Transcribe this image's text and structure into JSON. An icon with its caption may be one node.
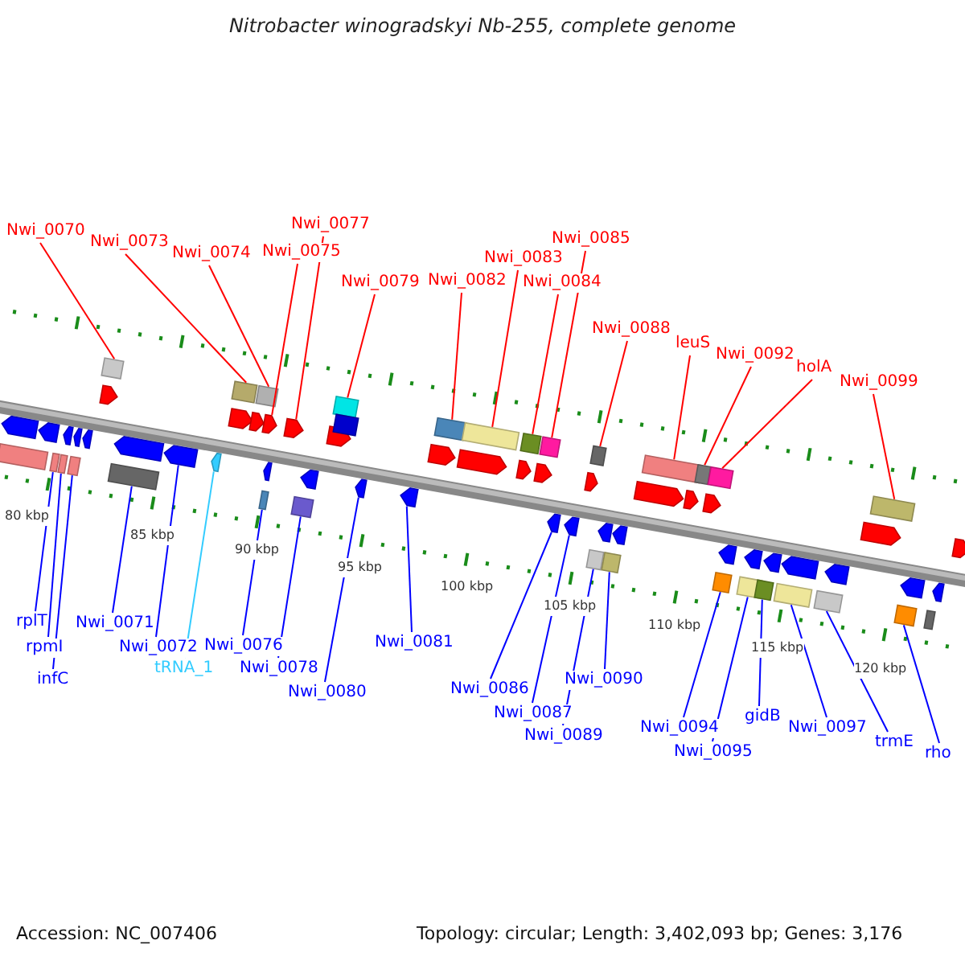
{
  "diagram": {
    "title": "Nitrobacter winogradskyi Nb-255, complete genome",
    "nodes": [
      {
        "text": [
          "Nwi_0070"
        ]
      },
      {
        "text": [],
        "shape": "box"
      },
      {
        "text": [
          "Nwi_0073"
        ]
      },
      {
        "text": [],
        "shape": "box"
      },
      {
        "text": [
          "Nwi_0074"
        ]
      },
      {
        "text": [],
        "shape": "box"
      },
      {
        "text": [
          "Nwi_0075"
        ]
      },
      {
        "text": [],
        "shape": "pentagon"
      },
      {
        "text": [
          "Nwi_0077"
        ]
      },
      {
        "text": [],
        "shape": "pentagon"
      },
      {
        "text": [
          "Nwi_0079"
        ]
      },
      {
        "text": [],
        "shape": "box"
      },
      {
        "text": [
          "Nwi_0082"
        ]
      },
      {
        "text": [],
        "shape": "box"
      },
      {
        "text": [
          "Nwi_0083"
        ]
      },
      {
        "text": [],
        "shape": "box"
      },
      {
        "text": [
          "Nwi_0084"
        ]
      },
      {
        "text": [],
        "shape": "box"
      },
      {
        "text": [
          "Nwi_0085"
        ]
      },
      {
        "text": [],
        "shape": "box"
      },
      {
        "text": [
          "Nwi_0088"
        ]
      },
      {
        "text": [],
        "shape": "box"
      },
      {
        "text": [
          "leuS"
        ]
      },
      {
        "text": [],
        "shape": "box"
      },
      {
        "text": [
          "Nwi_0092"
        ]
      },
      {
        "text": [],
        "shape": "box"
      },
      {
        "text": [
          "holA"
        ]
      },
      {
        "text": [],
        "shape": "box"
      },
      {
        "text": [
          "Nwi_0099"
        ]
      },
      {
        "text": [],
        "shape": "box"
      },
      {
        "text": [
          "rplT"
        ]
      },
      {
        "text": [],
        "shape": "box"
      },
      {
        "text": [
          "rpmI"
        ]
      },
      {
        "text": [],
        "shape": "box"
      },
      {
        "text": [
          "infC"
        ]
      },
      {
        "text": [],
        "shape": "box"
      },
      {
        "text": [
          "Nwi_0071"
        ]
      },
      {
        "text": [],
        "shape": "box"
      },
      {
        "text": [
          "Nwi_0072"
        ]
      },
      {
        "text": [],
        "shape": "pentagon"
      },
      {
        "text": [
          "tRNA_1"
        ]
      },
      {
        "text": [],
        "shape": "pentagon"
      },
      {
        "text": [
          "Nwi_0076"
        ]
      },
      {
        "text": [],
        "shape": "box"
      },
      {
        "text": [
          "Nwi_0078"
        ]
      },
      {
        "text": [],
        "shape": "box"
      },
      {
        "text": [
          "Nwi_0080"
        ]
      },
      {
        "text": [],
        "shape": "pentagon"
      },
      {
        "text": [
          "Nwi_0081"
        ]
      },
      {
        "text": [],
        "shape": "pentagon"
      },
      {
        "text": [
          "Nwi_0086"
        ]
      },
      {
        "text": [],
        "shape": "pentagon"
      },
      {
        "text": [
          "Nwi_0087"
        ]
      },
      {
        "text": [],
        "shape": "pentagon"
      },
      {
        "text": [
          "Nwi_0089"
        ]
      },
      {
        "text": [],
        "shape": "box"
      },
      {
        "text": [
          "Nwi_0090"
        ]
      },
      {
        "text": [],
        "shape": "box"
      },
      {
        "text": [
          "Nwi_0094"
        ]
      },
      {
        "text": [],
        "shape": "box"
      },
      {
        "text": [
          "Nwi_0095"
        ]
      },
      {
        "text": [],
        "shape": "box"
      },
      {
        "text": [
          "gidB"
        ]
      },
      {
        "text": [],
        "shape": "box"
      },
      {
        "text": [
          "Nwi_0097"
        ]
      },
      {
        "text": [],
        "shape": "box"
      },
      {
        "text": [
          "trmE"
        ]
      },
      {
        "text": [],
        "shape": "box"
      },
      {
        "text": [
          "rho"
        ]
      },
      {
        "text": [],
        "shape": "box"
      },
      {
        "text": [],
        "shape": "pentagon"
      },
      {
        "text": [],
        "shape": "box"
      },
      {
        "text": [],
        "shape": "pentagon"
      },
      {
        "text": [],
        "shape": "pentagon"
      },
      {
        "text": [],
        "shape": "pentagon"
      },
      {
        "text": [],
        "shape": "pentagon"
      },
      {
        "text": [],
        "shape": "pentagon"
      },
      {
        "text": [],
        "shape": "pentagon"
      },
      {
        "text": [],
        "shape": "pentagon"
      },
      {
        "text": [],
        "shape": "pentagon"
      },
      {
        "text": [],
        "shape": "pentagon"
      },
      {
        "text": [],
        "shape": "pentagon"
      },
      {
        "text": [],
        "shape": "pentagon"
      },
      {
        "text": [],
        "shape": "box"
      },
      {
        "text": [],
        "shape": "pentagon"
      },
      {
        "text": [],
        "shape": "pentagon"
      },
      {
        "text": [],
        "shape": "pentagon"
      },
      {
        "text": [],
        "shape": "pentagon"
      },
      {
        "text": [],
        "shape": "pentagon"
      },
      {
        "text": [],
        "shape": "pentagon"
      },
      {
        "text": [],
        "shape": "pentagon"
      },
      {
        "text": [],
        "shape": "pentagon"
      },
      {
        "text": [],
        "shape": "pentagon"
      },
      {
        "text": [],
        "shape": "pentagon"
      },
      {
        "text": [],
        "shape": "pentagon"
      },
      {
        "text": [],
        "shape": "pentagon"
      },
      {
        "text": [],
        "shape": "pentagon"
      },
      {
        "text": [],
        "shape": "pentagon"
      },
      {
        "text": [],
        "shape": "pentagon"
      },
      {
        "text": [],
        "shape": "pentagon"
      },
      {
        "text": [],
        "shape": "pentagon"
      },
      {
        "text": [],
        "shape": "box"
      },
      {
        "text": [],
        "shape": "pentagon"
      },
      {
        "text": [],
        "shape": "pentagon"
      }
    ],
    "edges": [
      {
        "from": 0,
        "to": 1,
        "arrow": "none",
        "color": "#ff0000"
      },
      {
        "from": 2,
        "to": 3,
        "arrow": "none",
        "color": "#ff0000"
      },
      {
        "from": 4,
        "to": 5,
        "arrow": "none",
        "color": "#ff0000"
      },
      {
        "from": 6,
        "to": 7,
        "arrow": "none",
        "color": "#ff0000"
      },
      {
        "from": 8,
        "to": 9,
        "arrow": "none",
        "color": "#ff0000"
      },
      {
        "from": 10,
        "to": 11,
        "arrow": "none",
        "color": "#ff0000"
      },
      {
        "from": 12,
        "to": 13,
        "arrow": "none",
        "color": "#ff0000"
      },
      {
        "from": 14,
        "to": 15,
        "arrow": "none",
        "color": "#ff0000"
      },
      {
        "from": 16,
        "to": 17,
        "arrow": "none",
        "color": "#ff0000"
      },
      {
        "from": 18,
        "to": 19,
        "arrow": "none",
        "color": "#ff0000"
      },
      {
        "from": 20,
        "to": 21,
        "arrow": "none",
        "color": "#ff0000"
      },
      {
        "from": 22,
        "to": 23,
        "arrow": "none",
        "color": "#ff0000"
      },
      {
        "from": 24,
        "to": 25,
        "arrow": "none",
        "color": "#ff0000"
      },
      {
        "from": 26,
        "to": 27,
        "arrow": "none",
        "color": "#ff0000"
      },
      {
        "from": 28,
        "to": 29,
        "arrow": "none",
        "color": "#ff0000"
      },
      {
        "from": 30,
        "to": 31,
        "arrow": "none"
      },
      {
        "from": 32,
        "to": 33,
        "arrow": "none"
      },
      {
        "from": 34,
        "to": 35,
        "arrow": "none"
      },
      {
        "from": 36,
        "to": 37,
        "arrow": "none"
      },
      {
        "from": 38,
        "to": 39,
        "arrow": "none"
      },
      {
        "from": 40,
        "to": 41,
        "arrow": "none",
        "color": "#33ccff"
      },
      {
        "from": 42,
        "to": 43,
        "arrow": "none"
      },
      {
        "from": 44,
        "to": 45,
        "arrow": "none"
      },
      {
        "from": 46,
        "to": 47,
        "arrow": "none"
      },
      {
        "from": 48,
        "to": 49,
        "arrow": "none"
      },
      {
        "from": 50,
        "to": 51,
        "arrow": "none"
      },
      {
        "from": 52,
        "to": 53,
        "arrow": "none"
      },
      {
        "from": 54,
        "to": 55,
        "arrow": "none"
      },
      {
        "from": 56,
        "to": 57,
        "arrow": "none"
      },
      {
        "from": 58,
        "to": 59,
        "arrow": "none"
      },
      {
        "from": 60,
        "to": 61,
        "arrow": "none"
      },
      {
        "from": 62,
        "to": 63,
        "arrow": "none"
      },
      {
        "from": 64,
        "to": 65,
        "arrow": "none"
      },
      {
        "from": 66,
        "to": 67,
        "arrow": "none"
      },
      {
        "from": 68,
        "to": 69,
        "arrow": "none"
      }
    ],
    "labels": [
      "80 kbp",
      "85 kbp",
      "90 kbp",
      "95 kbp",
      "100 kbp",
      "105 kbp",
      "110 kbp",
      "115 kbp",
      "120 kbp",
      "Accession: NC_007406",
      "Topology: circular; Length: 3,402,093 bp; Genes: 3,176"
    ]
  }
}
